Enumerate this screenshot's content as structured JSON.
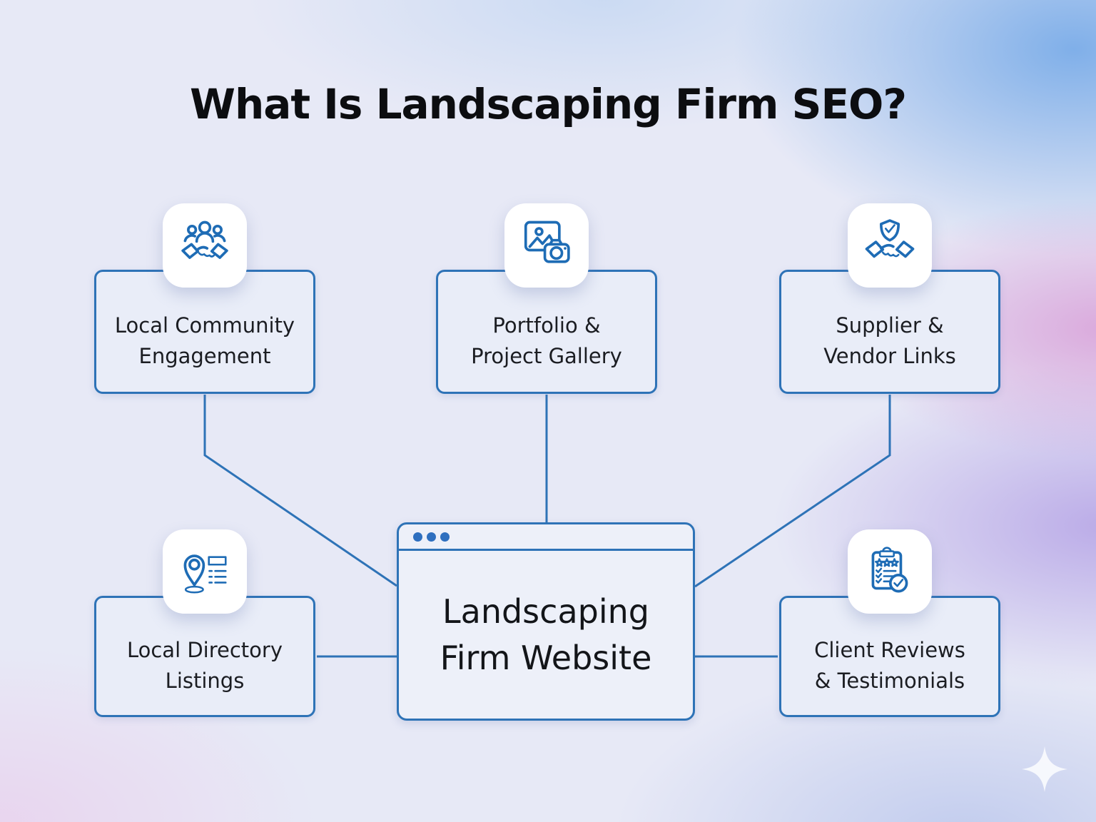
{
  "title": "What Is Landscaping Firm SEO?",
  "center": {
    "label": "Landscaping Firm Website",
    "lines": [
      "Landscaping",
      "Firm Website"
    ],
    "icon": "browser-window-icon"
  },
  "nodes": [
    {
      "id": "local-community-engagement",
      "label": "Local Community Engagement",
      "lines": [
        "Local Community",
        "Engagement"
      ],
      "icon": "community-handshake-icon",
      "position": "top-left"
    },
    {
      "id": "portfolio-project-gallery",
      "label": "Portfolio & Project Gallery",
      "lines": [
        "Portfolio &",
        "Project Gallery"
      ],
      "icon": "photo-gallery-camera-icon",
      "position": "top-center"
    },
    {
      "id": "supplier-vendor-links",
      "label": "Supplier & Vendor Links",
      "lines": [
        "Supplier &",
        "Vendor Links"
      ],
      "icon": "handshake-shield-check-icon",
      "position": "top-right"
    },
    {
      "id": "local-directory-listings",
      "label": "Local Directory Listings",
      "lines": [
        "Local Directory",
        "Listings"
      ],
      "icon": "location-pin-list-icon",
      "position": "bottom-left"
    },
    {
      "id": "client-reviews-testimonials",
      "label": "Client Reviews & Testimonials",
      "lines": [
        "Client Reviews",
        "& Testimonials"
      ],
      "icon": "clipboard-stars-check-icon",
      "position": "bottom-right"
    }
  ],
  "watermark": {
    "icon": "sparkle-icon"
  },
  "colors": {
    "line_blue": "#2e73b7",
    "icon_blue": "#1e6cb5",
    "title_dark": "#0c0d10",
    "text_dark": "#1b1d22",
    "tile_white": "#ffffff",
    "box_fill": "#e9edf8",
    "bg_blue": "#7aace8",
    "bg_pink": "#d89ed8",
    "bg_purple": "#b09ce4",
    "bg_lavender": "#e7e9f6"
  }
}
